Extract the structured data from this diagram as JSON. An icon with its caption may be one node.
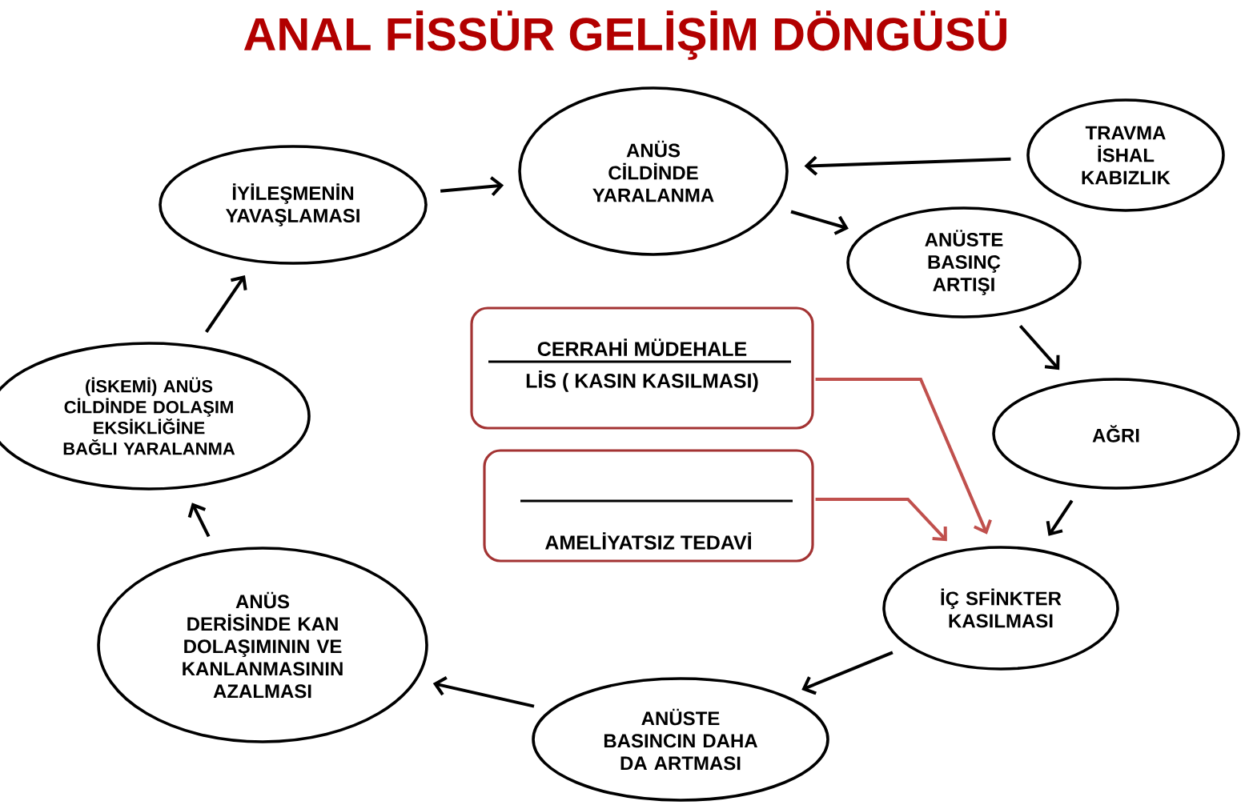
{
  "diagram": {
    "title": "ANAL FİSSÜR GELİŞİM DÖNGÜSÜ",
    "nodes": [
      {
        "text": [
          "ANÜS CİLDİNDE YARALANMA"
        ]
      },
      {
        "text": [
          "ANÜSTE BASINÇ ARTIŞI"
        ]
      },
      {
        "text": [
          "AĞRI"
        ]
      },
      {
        "text": [
          "İÇ SFİNKTER KASILMASI"
        ]
      },
      {
        "text": [
          "ANÜSTE BASINCIN DAHA DA ARTMASI"
        ]
      },
      {
        "text": [
          "ANÜS DERİSİNDE KAN DOLAŞIMININ VE KANLANMASININ AZALMASI"
        ]
      },
      {
        "text": [
          "(İSKEMİ) ANÜS CİLDİNDE DOLAŞIM EKSİKLİĞİNE BAĞLI YARALANMA"
        ]
      },
      {
        "text": [
          "İYİLEŞMENİN YAVAŞLAMASI"
        ]
      },
      {
        "text": [
          "TRAVMA İSHAL KABIZLIK"
        ]
      },
      {
        "text": [
          "CERRAHİ  MÜDEHALE",
          "LİS ( KASIN KASILMASI)"
        ]
      },
      {
        "text": [
          "AMELİYATSIZ TEDAVİ"
        ]
      }
    ],
    "edges": [
      {
        "from": 8,
        "to": 0,
        "arrow": "to"
      },
      {
        "from": 0,
        "to": 1,
        "arrow": "to"
      },
      {
        "from": 1,
        "to": 2,
        "arrow": "to"
      },
      {
        "from": 2,
        "to": 3,
        "arrow": "to"
      },
      {
        "from": 3,
        "to": 4,
        "arrow": "to"
      },
      {
        "from": 4,
        "to": 5,
        "arrow": "to"
      },
      {
        "from": 5,
        "to": 6,
        "arrow": "to"
      },
      {
        "from": 6,
        "to": 7,
        "arrow": "to"
      },
      {
        "from": 7,
        "to": 0,
        "arrow": "to"
      },
      {
        "from": 9,
        "to": 3,
        "arrow": "to",
        "color": "#c0504d"
      },
      {
        "from": 10,
        "to": 3,
        "arrow": "to",
        "color": "#c0504d"
      }
    ]
  }
}
